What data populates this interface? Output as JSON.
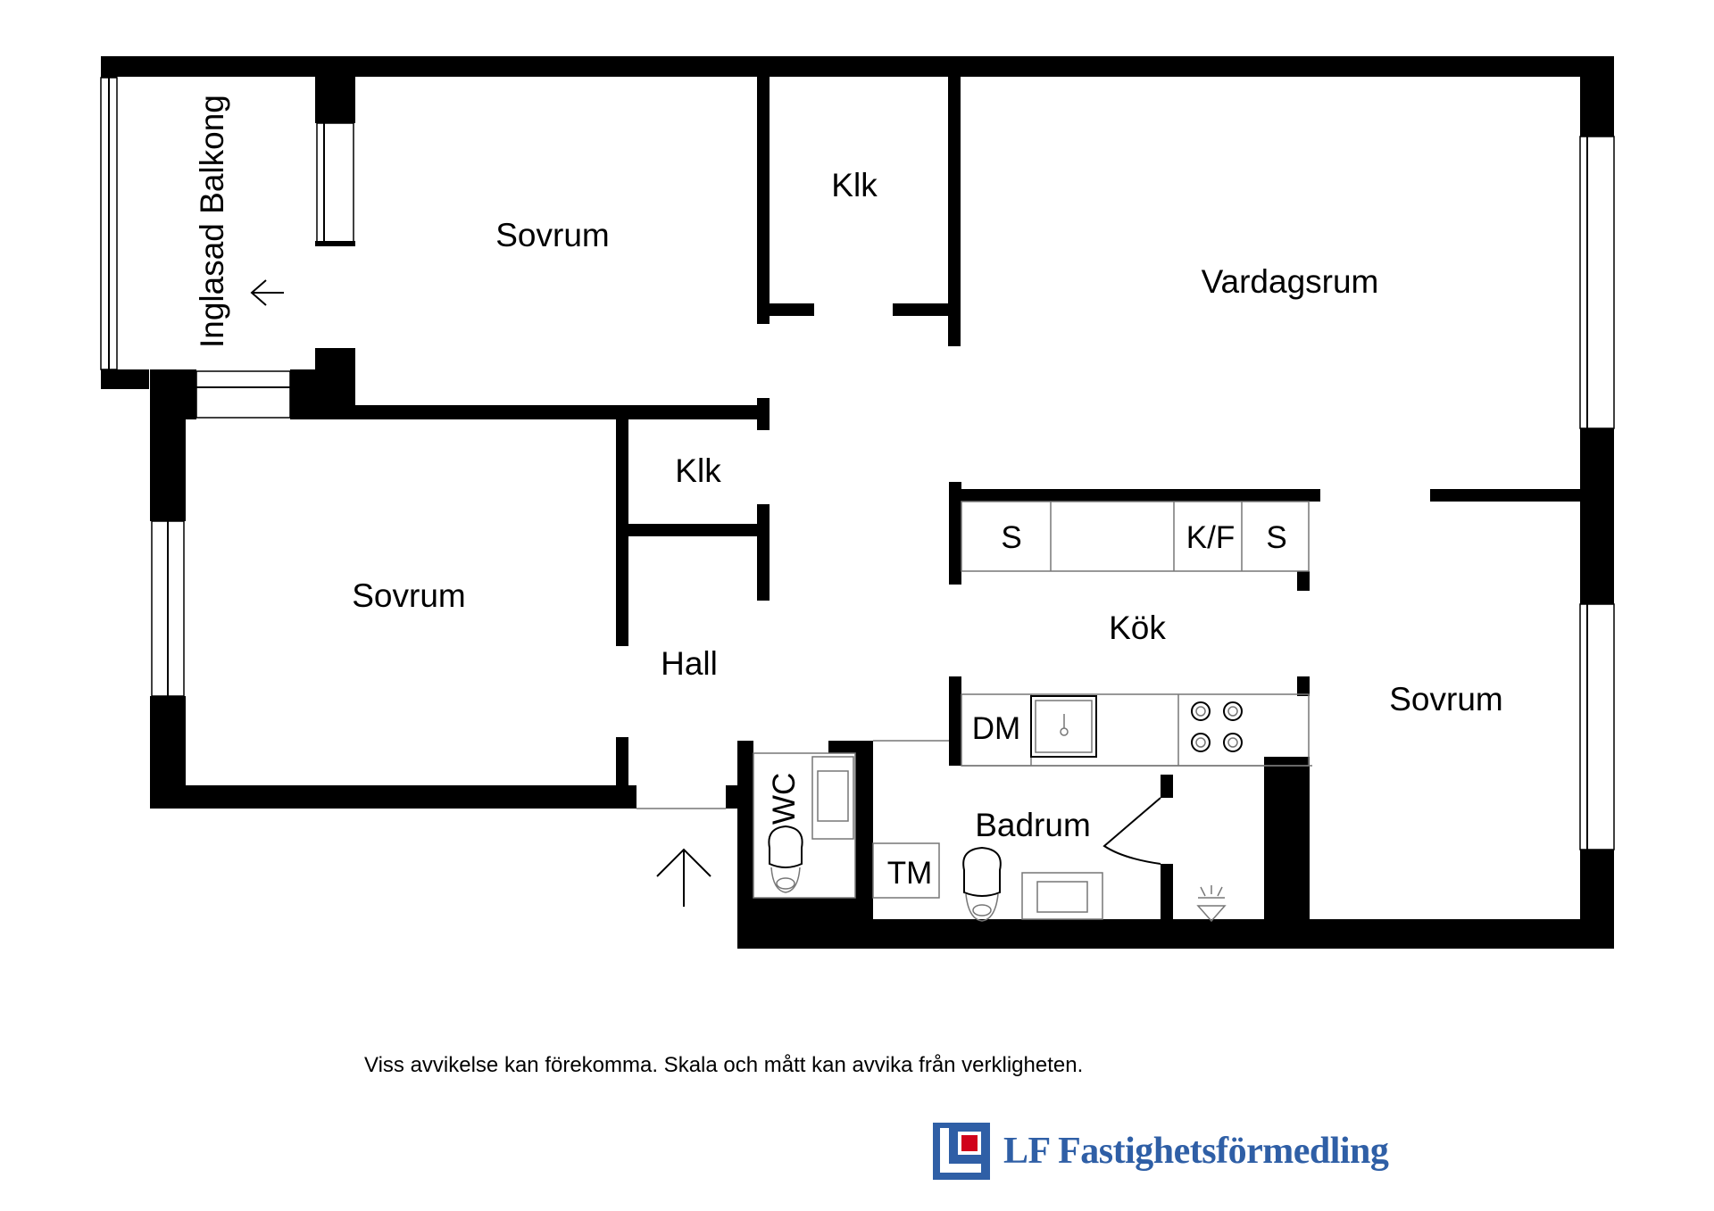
{
  "rooms": {
    "balcony": "Inglasad Balkong",
    "bedroom_top": "Sovrum",
    "closet_top": "Klk",
    "living": "Vardagsrum",
    "closet_mid": "Klk",
    "bedroom_left": "Sovrum",
    "hall": "Hall",
    "kitchen": "Kök",
    "bedroom_right": "Sovrum",
    "bathroom": "Badrum"
  },
  "fixtures": {
    "s1": "S",
    "kf": "K/F",
    "s2": "S",
    "dm": "DM",
    "wc": "WC",
    "tm": "TM"
  },
  "footer": {
    "disclaimer": "Viss avvikelse kan förekomma. Skala och mått kan avvika från verkligheten.",
    "brand": "LF Fastighetsförmedling"
  },
  "colors": {
    "wall": "#000000",
    "brand_blue": "#2f5fa6",
    "logo_red": "#d0021b"
  }
}
